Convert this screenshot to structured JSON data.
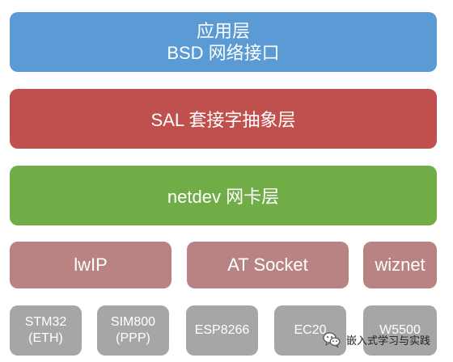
{
  "layers": {
    "app": {
      "line1": "应用层",
      "line2": "BSD 网络接口"
    },
    "sal": {
      "label": "SAL 套接字抽象层"
    },
    "netdev": {
      "label": "netdev 网卡层"
    }
  },
  "protocol_stacks": [
    "lwIP",
    "AT Socket",
    "wiznet"
  ],
  "hardware": [
    {
      "line1": "STM32",
      "line2": "(ETH)"
    },
    {
      "line1": "SIM800",
      "line2": "(PPP)"
    },
    {
      "line1": "ESP8266",
      "line2": ""
    },
    {
      "line1": "EC20",
      "line2": ""
    },
    {
      "line1": "W5500",
      "line2": ""
    }
  ],
  "watermark": {
    "text": "嵌入式学习与实践",
    "icon": "wechat-icon"
  },
  "colors": {
    "app": "#5b9bd5",
    "sal": "#c0504d",
    "netdev": "#70ad47",
    "stack": "#b98383",
    "hardware": "#a6a6a6"
  }
}
